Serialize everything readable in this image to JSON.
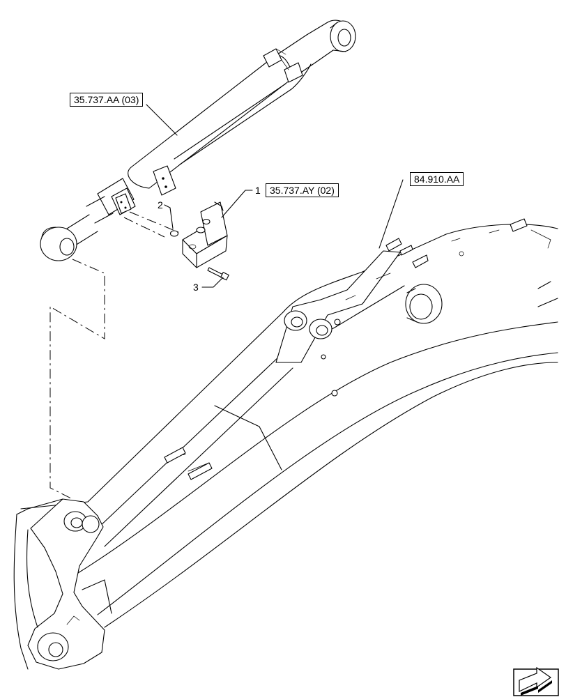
{
  "references": {
    "cylinder_ref": "35.737.AA (03)",
    "valve_ref": "35.737.AY (02)",
    "boom_ref": "84.910.AA"
  },
  "callouts": {
    "part_1": "1",
    "part_2": "2",
    "part_3": "3"
  },
  "navigation": {
    "icon": "next-page-arrow-icon"
  }
}
